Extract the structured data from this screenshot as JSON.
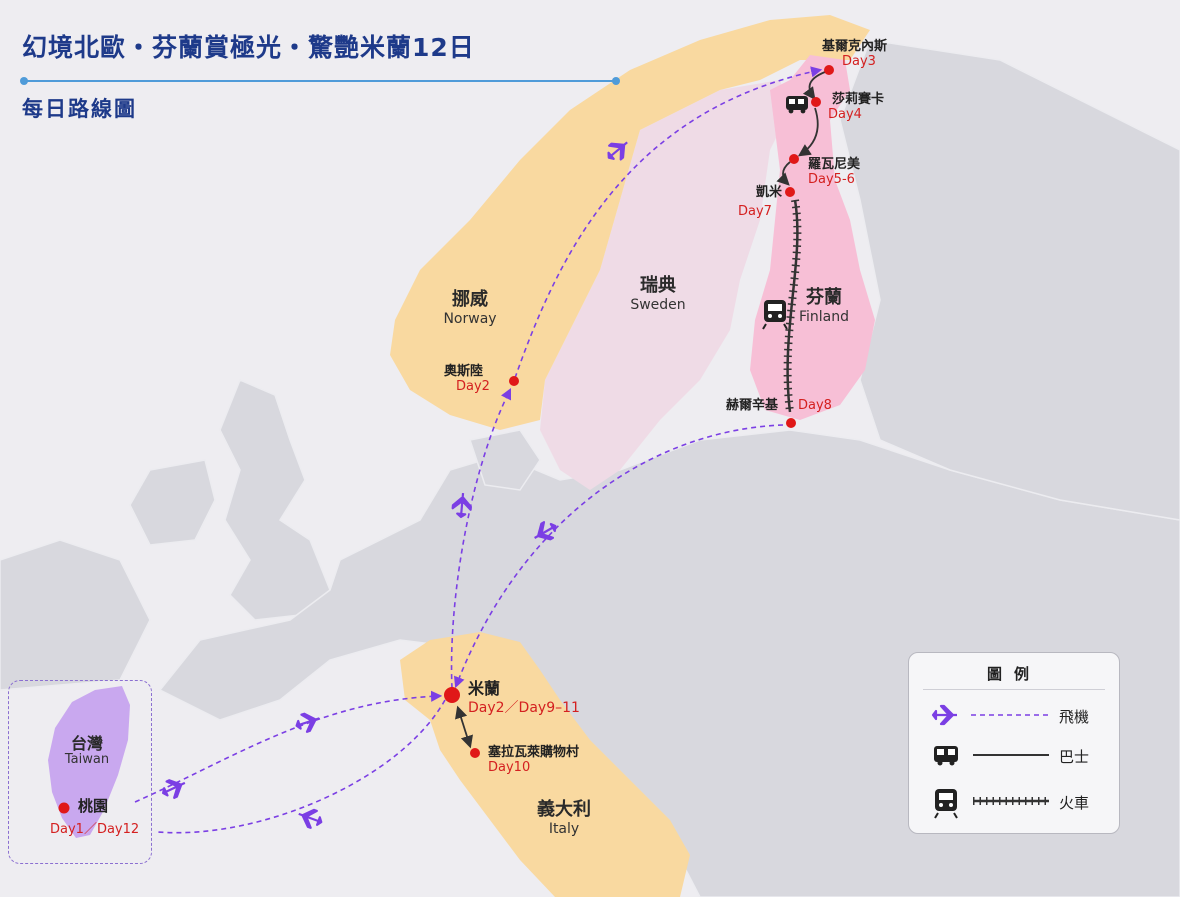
{
  "header": {
    "title": "幻境北歐・芬蘭賞極光・驚艷米蘭12日",
    "subtitle": "每日路線圖"
  },
  "countries": {
    "norway": {
      "zh": "挪威",
      "en": "Norway"
    },
    "sweden": {
      "zh": "瑞典",
      "en": "Sweden"
    },
    "finland": {
      "zh": "芬蘭",
      "en": "Finland"
    },
    "italy": {
      "zh": "義大利",
      "en": "Italy"
    },
    "taiwan": {
      "zh": "台灣",
      "en": "Taiwan"
    }
  },
  "stops": {
    "kirkenes": {
      "name": "基爾克內斯",
      "day": "Day3"
    },
    "saariselka": {
      "name": "莎莉賽卡",
      "day": "Day4"
    },
    "rovaniemi": {
      "name": "羅瓦尼美",
      "day": "Day5-6"
    },
    "kemi": {
      "name": "凱米",
      "day": "Day7"
    },
    "helsinki": {
      "name": "赫爾辛基",
      "day": "Day8"
    },
    "oslo": {
      "name": "奧斯陸",
      "day": "Day2"
    },
    "milan": {
      "name": "米蘭",
      "day": "Day2／Day9–11"
    },
    "serravalle": {
      "name": "塞拉瓦萊購物村",
      "day": "Day10"
    },
    "taoyuan": {
      "name": "桃園",
      "day": "Day1／Day12"
    }
  },
  "legend": {
    "title": "圖例",
    "flight": "飛機",
    "bus": "巴士",
    "train": "火車"
  },
  "colors": {
    "title": "#1e3a8a",
    "route_flight": "#7b3fe4",
    "stop_dot": "#e01818",
    "norway_italy_fill": "#f9d9a0",
    "sweden_fill": "#efdbe6",
    "finland_fill": "#f7bfd6",
    "taiwan_fill": "#c9a8ef",
    "land_fill": "#d8d8de"
  }
}
